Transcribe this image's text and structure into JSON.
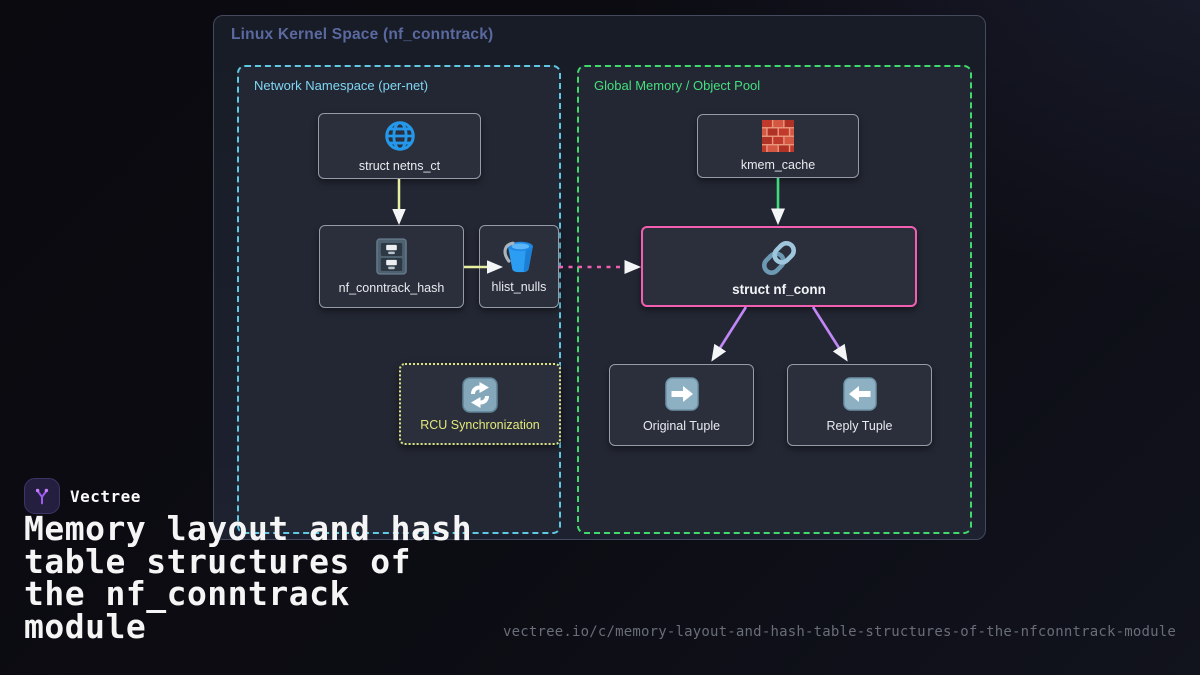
{
  "kernel_space": {
    "title": "Linux Kernel Space (nf_conntrack)"
  },
  "namespace_group": {
    "label": "Network Namespace (per-net)",
    "netns_ct": {
      "label": "struct netns_ct",
      "icon": "globe-icon"
    },
    "conntrack_hash": {
      "label": "nf_conntrack_hash",
      "icon": "file-cabinet-icon"
    },
    "hlist_nulls": {
      "label": "hlist_nulls",
      "icon": "bucket-icon"
    },
    "rcu": {
      "label": "RCU Synchronization",
      "icon": "sync-arrows-icon"
    }
  },
  "global_group": {
    "label": "Global Memory / Object Pool",
    "kmem_cache": {
      "label": "kmem_cache",
      "icon": "bricks-icon"
    },
    "nf_conn": {
      "label": "struct nf_conn",
      "icon": "chain-link-icon"
    },
    "original_tuple": {
      "label": "Original Tuple",
      "icon": "arrow-right-icon"
    },
    "reply_tuple": {
      "label": "Reply Tuple",
      "icon": "arrow-left-icon"
    }
  },
  "edges": {
    "netns_to_hash": {
      "from": "struct netns_ct",
      "to": "nf_conntrack_hash",
      "color": "#e9efa0",
      "style": "solid"
    },
    "hash_to_hlist": {
      "from": "nf_conntrack_hash",
      "to": "hlist_nulls",
      "color": "#e9efa0",
      "style": "solid"
    },
    "hlist_to_nfconn": {
      "from": "hlist_nulls",
      "to": "struct nf_conn",
      "color": "#f25fb0",
      "style": "dashed"
    },
    "kmem_to_nfconn": {
      "from": "kmem_cache",
      "to": "struct nf_conn",
      "color": "#3ddc7a",
      "style": "solid"
    },
    "nfconn_to_original": {
      "from": "struct nf_conn",
      "to": "Original Tuple",
      "color": "#c287f7",
      "style": "solid"
    },
    "nfconn_to_reply": {
      "from": "struct nf_conn",
      "to": "Reply Tuple",
      "color": "#c287f7",
      "style": "solid"
    }
  },
  "branding": {
    "name": "Vectree",
    "logo_icon": "vectree-branch-icon",
    "title_lines": [
      "Memory layout and hash",
      "table structures of",
      "the nf_conntrack",
      "module"
    ],
    "url": "vectree.io/c/memory-layout-and-hash-table-structures-of-the-nfconntrack-module"
  },
  "colors": {
    "namespace_border": "#5fc9e4",
    "global_border": "#3fd96c",
    "nf_conn_border": "#f25fb0",
    "rcu_border": "#dde483",
    "kernel_title": "#5a69a0",
    "edge_yellow": "#e9efa0",
    "edge_green": "#3ddc7a",
    "edge_pink": "#f25fb0",
    "edge_purple": "#c287f7",
    "arrowhead": "#f4f5f7"
  }
}
